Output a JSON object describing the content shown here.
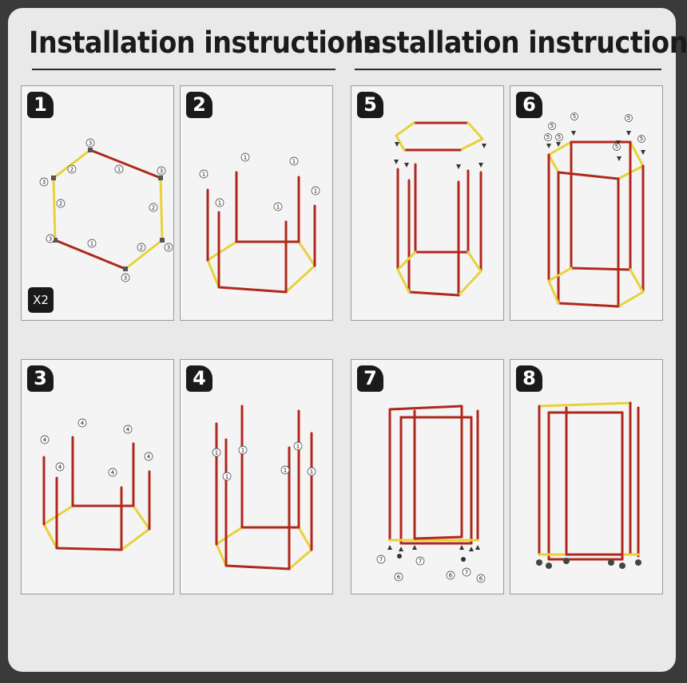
{
  "headings": {
    "left": "Installation instructions",
    "right": "Installation instructions"
  },
  "steps": [
    {
      "number": "1",
      "note": "X2"
    },
    {
      "number": "2"
    },
    {
      "number": "3"
    },
    {
      "number": "4"
    },
    {
      "number": "5"
    },
    {
      "number": "6"
    },
    {
      "number": "7"
    },
    {
      "number": "8"
    }
  ],
  "colors": {
    "red_pole": "#b0281c",
    "yellow_connector": "#e8d23a",
    "badge": "#1a1a1a",
    "panel_border": "#9a9a9a"
  },
  "part_labels": [
    "1",
    "2",
    "3",
    "4",
    "5",
    "6",
    "7"
  ]
}
